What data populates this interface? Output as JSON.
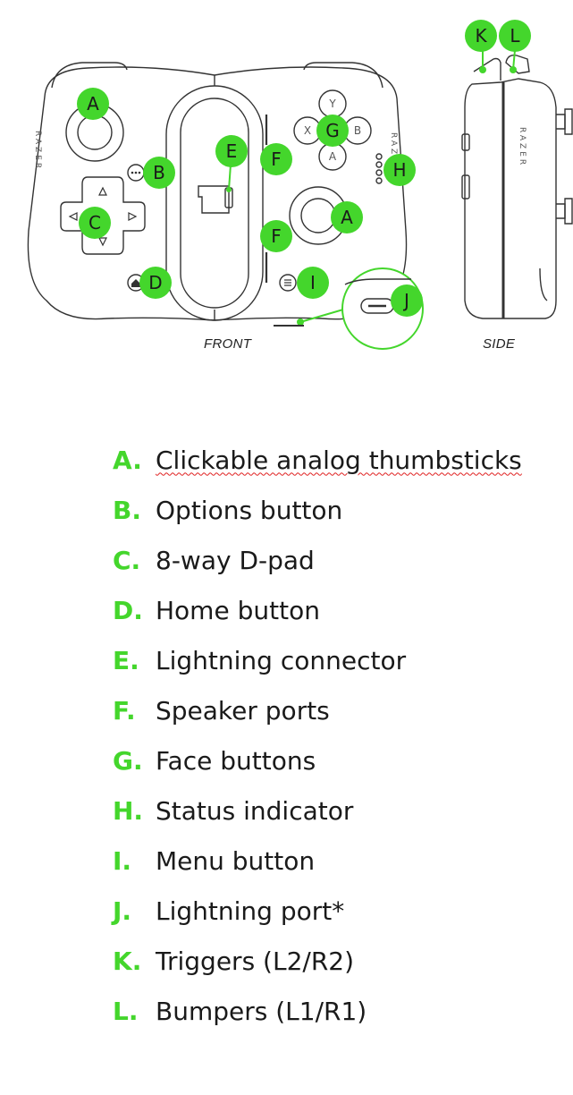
{
  "diagram": {
    "front_caption": "FRONT",
    "side_caption": "SIDE",
    "brand_mark": "RAZER",
    "face_button_labels": {
      "y": "Y",
      "x": "X",
      "b": "B",
      "a": "A"
    },
    "callouts": {
      "a": "A",
      "b": "B",
      "c": "C",
      "d": "D",
      "e": "E",
      "f": "F",
      "g": "G",
      "h": "H",
      "i": "I",
      "j": "J",
      "k": "K",
      "l": "L"
    },
    "accent_color": "#44d62c",
    "icons": [
      "options-icon",
      "home-icon",
      "menu-icon",
      "dpad-arrow-icon",
      "status-led-icon"
    ]
  },
  "legend": [
    {
      "letter": "A.",
      "text": "Clickable analog thumbsticks"
    },
    {
      "letter": "B.",
      "text": "Options button"
    },
    {
      "letter": "C.",
      "text": "8-way D-pad"
    },
    {
      "letter": "D.",
      "text": "Home button"
    },
    {
      "letter": "E.",
      "text": "Lightning connector"
    },
    {
      "letter": "F.",
      "text": "Speaker ports"
    },
    {
      "letter": "G.",
      "text": "Face buttons"
    },
    {
      "letter": "H.",
      "text": "Status indicator"
    },
    {
      "letter": "I.",
      "text": "Menu button"
    },
    {
      "letter": "J.",
      "text": "Lightning port*"
    },
    {
      "letter": "K.",
      "text": "Triggers (L2/R2)"
    },
    {
      "letter": "L.",
      "text": "Bumpers (L1/R1)"
    }
  ]
}
